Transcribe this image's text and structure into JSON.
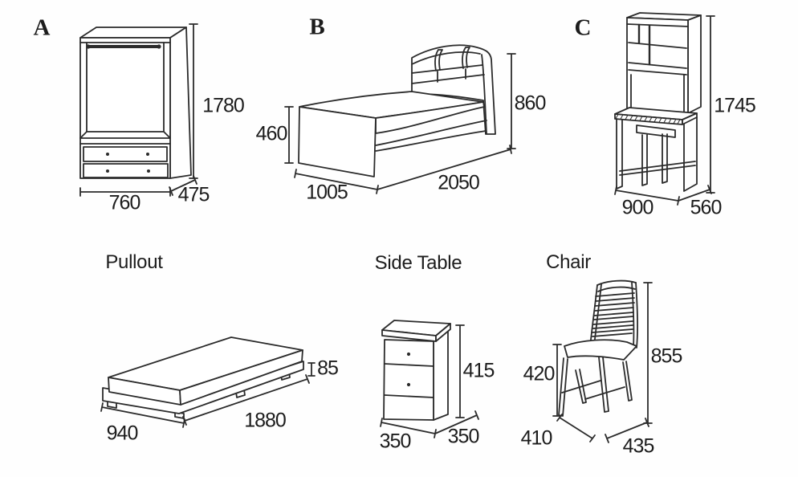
{
  "colors": {
    "line": "#2b2b2b",
    "text": "#1c1c1c",
    "background": "#fefefe"
  },
  "panels": {
    "wardrobe": {
      "label": "A",
      "height": "1780",
      "width": "760",
      "depth": "475"
    },
    "bed": {
      "label": "B",
      "footboard_height": "460",
      "headboard_height": "860",
      "width": "1005",
      "length": "2050"
    },
    "desk": {
      "label": "C",
      "height": "1745",
      "width": "900",
      "depth": "560"
    },
    "pullout": {
      "title": "Pullout",
      "thickness": "85",
      "width": "940",
      "length": "1880"
    },
    "side_table": {
      "title": "Side Table",
      "height": "415",
      "width": "350",
      "depth": "350"
    },
    "chair": {
      "title": "Chair",
      "seat_height": "420",
      "height": "855",
      "depth": "410",
      "width": "435"
    }
  }
}
